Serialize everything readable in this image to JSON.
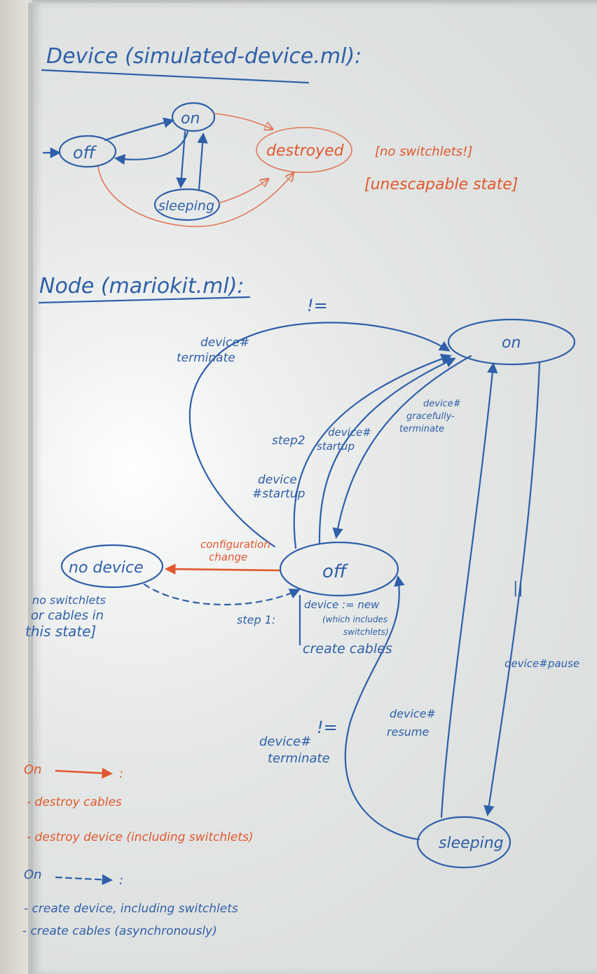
{
  "device_section": {
    "title": "Device (simulated-device.ml):",
    "states": {
      "off": "off",
      "on": "on",
      "sleeping": "sleeping",
      "destroyed": "destroyed"
    },
    "notes": [
      "[no switchlets!]",
      "[unescapable state]"
    ]
  },
  "node_section": {
    "title": "Node (mariokit.ml):",
    "states": {
      "on": "on",
      "off": "off",
      "sleeping": "sleeping",
      "no_device": "no device"
    },
    "no_device_note": [
      "no switchlets",
      "or cables in",
      "this state]"
    ],
    "edge_labels": {
      "top_marker": "!=",
      "device_terminate_top": [
        "device#",
        "terminate"
      ],
      "step2": "step2",
      "device_startup_inner": [
        "device#",
        "startup"
      ],
      "device_startup_outer": [
        "device",
        "#startup"
      ],
      "device_gracefully_terminate": [
        "device#",
        "gracefully-",
        "terminate"
      ],
      "configuration_change": [
        "configuration",
        "change"
      ],
      "step1": "step 1:",
      "step1_actions": [
        "device := new",
        "(which includes",
        "switchlets)",
        "create cables"
      ],
      "pause_marker": "||",
      "device_pause": "device#pause",
      "device_resume": [
        "device#",
        "resume"
      ],
      "bottom_marker": "!=",
      "device_terminate_bottom": [
        "device#",
        "terminate"
      ]
    }
  },
  "legend": {
    "solid_heading": "On",
    "solid_items": [
      "- destroy cables",
      "- destroy device (including switchlets)"
    ],
    "dashed_heading": "On",
    "dashed_items": [
      "- create device, including switchlets",
      "- create cables (asynchronously)"
    ]
  },
  "colors": {
    "marker_blue": "#2f5fa8",
    "marker_orange": "#e0582e"
  }
}
